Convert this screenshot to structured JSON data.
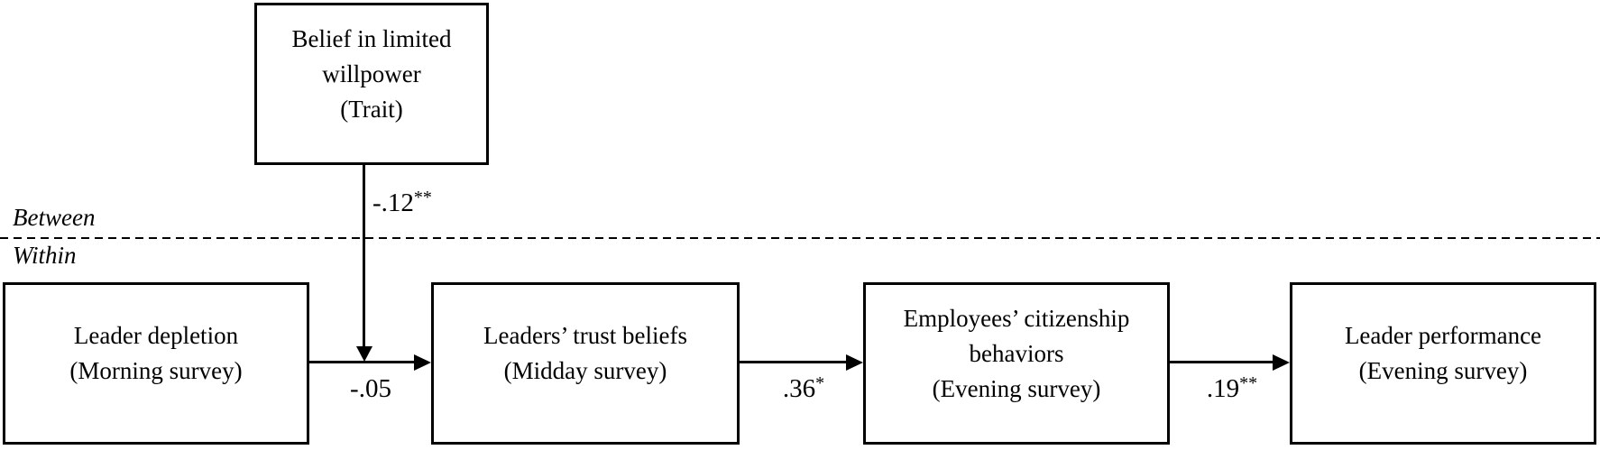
{
  "figure": {
    "background_color": "#ffffff",
    "line_color": "#000000",
    "levels": {
      "between": "Between",
      "within": "Within"
    },
    "boxes": {
      "moderator": {
        "line1": "Belief in limited",
        "line2": "willpower",
        "line3": "(Trait)"
      },
      "predictor": {
        "line1": "Leader depletion",
        "line2": "(Morning survey)"
      },
      "mediator1": {
        "line1": "Leaders’ trust beliefs",
        "line2": "(Midday survey)"
      },
      "mediator2": {
        "line1": "Employees’ citizenship",
        "line2": "behaviors",
        "line3": "(Evening survey)"
      },
      "outcome": {
        "line1": "Leader performance",
        "line2": "(Evening survey)"
      }
    },
    "paths": {
      "moderation": {
        "coefficient": "-.12",
        "stars": "**"
      },
      "depletion_to_trust": {
        "coefficient": "-.05",
        "stars": ""
      },
      "trust_to_citizenship": {
        "coefficient": ".36",
        "stars": "*"
      },
      "citizenship_to_performance": {
        "coefficient": ".19",
        "stars": "**"
      }
    }
  }
}
